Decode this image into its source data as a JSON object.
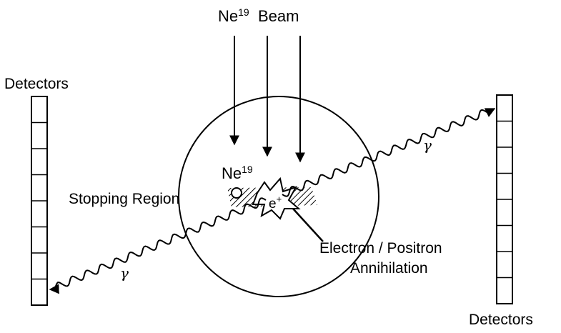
{
  "beam": {
    "element": "Ne",
    "mass_number": "19",
    "word": "Beam"
  },
  "nucleus": {
    "element": "Ne",
    "mass_number": "19"
  },
  "detectors_left": "Detectors",
  "detectors_right": "Detectors",
  "stopping_region": "Stopping Region",
  "annihilation": {
    "line1": "Electron / Positron",
    "line2": "Annihilation"
  },
  "positron": {
    "symbol": "e",
    "charge": "+"
  },
  "gamma_symbol": "γ",
  "colors": {
    "ink": "#000000",
    "background": "#ffffff"
  }
}
